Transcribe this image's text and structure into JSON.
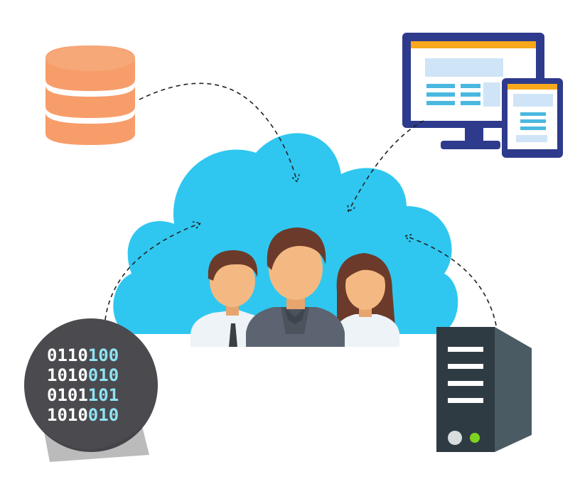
{
  "binary": {
    "rows": [
      {
        "white": "0110",
        "cyan": "100"
      },
      {
        "white": "1010",
        "cyan": "010"
      },
      {
        "white": "0101",
        "cyan": "101"
      },
      {
        "white": "1010",
        "cyan": "010"
      }
    ]
  },
  "colors": {
    "cloud": "#2fc7f0",
    "database": "#f79d6a",
    "monitor_frame": "#2e3a8c",
    "screen_header": "#f7a81b",
    "screen_accent": "#4bb8e0",
    "server_body": "#2f3b42",
    "server_side": "#4b5b63",
    "server_led": "#7ed321",
    "binary_disc": "#4a4a4f",
    "binary_cyan": "#8fe3f2",
    "skin": "#f4b982",
    "hair": "#6b3a2a",
    "suit": "#5b6470"
  },
  "icons": {
    "database": "database-icon",
    "devices": "monitor-tablet-icon",
    "server": "server-tower-icon",
    "binary": "binary-data-icon",
    "cloud": "cloud-icon",
    "team": "team-people-icon"
  }
}
